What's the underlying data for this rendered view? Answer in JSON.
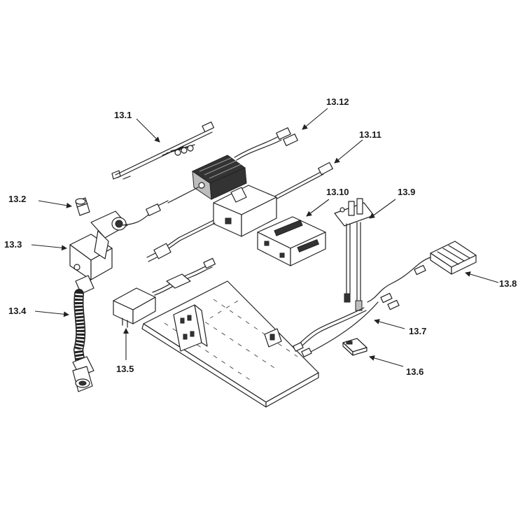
{
  "labels": {
    "p13_1": "13.1",
    "p13_2": "13.2",
    "p13_3": "13.3",
    "p13_4": "13.4",
    "p13_5": "13.5",
    "p13_6": "13.6",
    "p13_7": "13.7",
    "p13_8": "13.8",
    "p13_9": "13.9",
    "p13_10": "13.10",
    "p13_11": "13.11",
    "p13_12": "13.12"
  }
}
